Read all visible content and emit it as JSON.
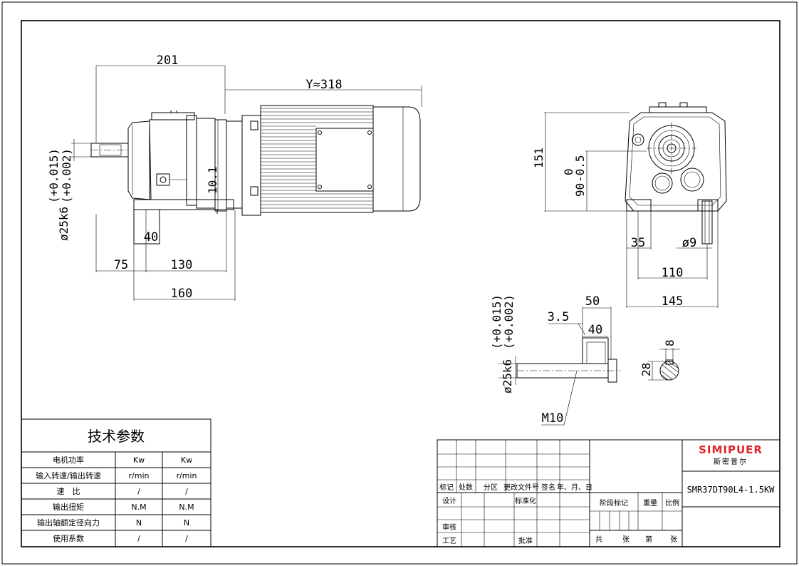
{
  "dims": {
    "total_201": "201",
    "motor_y": "Y≈318",
    "shaft_dia": "ø25k6",
    "shaft_tol_upper": "(+0.015)",
    "shaft_tol_lower": "(+0.002)",
    "key_40": "40",
    "d_75": "75",
    "d_130": "130",
    "d_160": "160",
    "d_10_1": "10.1",
    "h_151": "151",
    "h_90": "90",
    "h_90_tol_up": "0",
    "h_90_tol_low": "-0.5",
    "d_35": "35",
    "hole_9": "ø9",
    "d_110": "110",
    "d_145": "145",
    "s_50": "50",
    "s_3_5": "3.5",
    "s_40": "40",
    "s_dia": "ø25k6",
    "s_tol_upper": "(+0.015)",
    "s_tol_lower": "(+0.002)",
    "s_m10": "M10",
    "k_8": "8",
    "k_28": "28"
  },
  "tech": {
    "title": "技术参数",
    "rows": [
      {
        "label": "电机功率",
        "v1": "Kw",
        "v2": "Kw"
      },
      {
        "label": "输入转速/输出转速",
        "v1": "r/min",
        "v2": "r/min"
      },
      {
        "label": "速　比",
        "v1": "/",
        "v2": "/"
      },
      {
        "label": "输出扭矩",
        "v1": "N.M",
        "v2": "N.M"
      },
      {
        "label": "输出轴额定径向力",
        "v1": "N",
        "v2": "N"
      },
      {
        "label": "使用系数",
        "v1": "/",
        "v2": "/"
      }
    ]
  },
  "titleblock": {
    "brand": "SIMIPUER",
    "brand_cn": "斯密普尔",
    "model": "SMR37DT90L4-1.5KW",
    "headers": [
      "标记",
      "处数",
      "分区",
      "更改文件号",
      "签名",
      "年、月、日"
    ],
    "design": "设计",
    "standardize": "标准化",
    "review": "审核",
    "craft": "工艺",
    "approve": "批准",
    "stage_mark": "阶段标记",
    "weight": "重量",
    "scale": "比例",
    "total": "共",
    "sheets": "张",
    "page": "第",
    "sheet2": "张"
  },
  "colors": {
    "line": "#000000",
    "brand": "#e0262b",
    "background": "#ffffff"
  }
}
